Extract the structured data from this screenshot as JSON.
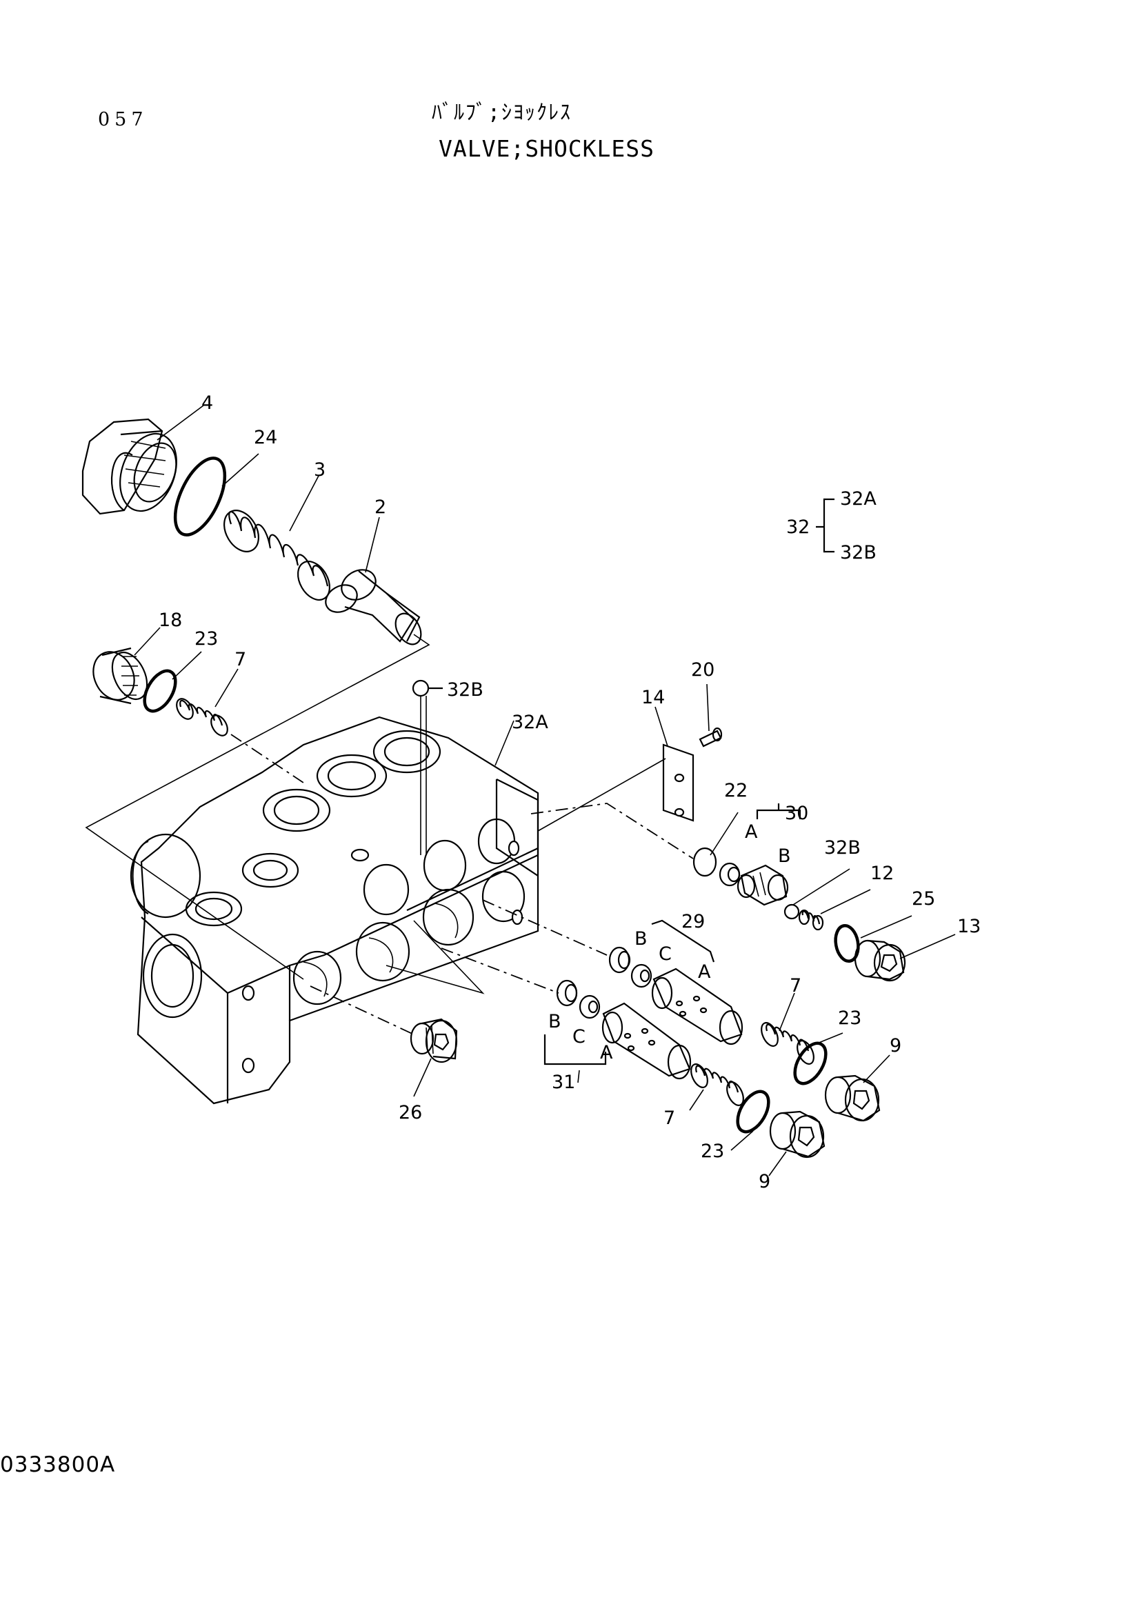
{
  "header": {
    "page_number": "057",
    "title_japanese": "ﾊﾞﾙﾌﾞ;ｼﾖｯｸﾚｽ",
    "title_english": "VALVE;SHOCKLESS"
  },
  "footer": {
    "drawing_code": "0333800A"
  },
  "legend": {
    "parent": "32",
    "children": [
      "32A",
      "32B"
    ]
  },
  "callouts": {
    "c4": "4",
    "c24": "24",
    "c3": "3",
    "c2": "2",
    "c18": "18",
    "c23a": "23",
    "c7a": "7",
    "c32b_top": "32B",
    "c32a": "32A",
    "c20": "20",
    "c14": "14",
    "c22": "22",
    "c30": "30",
    "c30a": "A",
    "c30b": "B",
    "c32b_mid": "32B",
    "c12": "12",
    "c25": "25",
    "c13": "13",
    "c29": "29",
    "c29b": "B",
    "c29c": "C",
    "c29a": "A",
    "c31": "31",
    "c31b": "B",
    "c31c": "C",
    "c31a": "A",
    "c7b": "7",
    "c23b": "23",
    "c9a": "9",
    "c7c": "7",
    "c23c": "23",
    "c9b": "9",
    "c26": "26"
  }
}
